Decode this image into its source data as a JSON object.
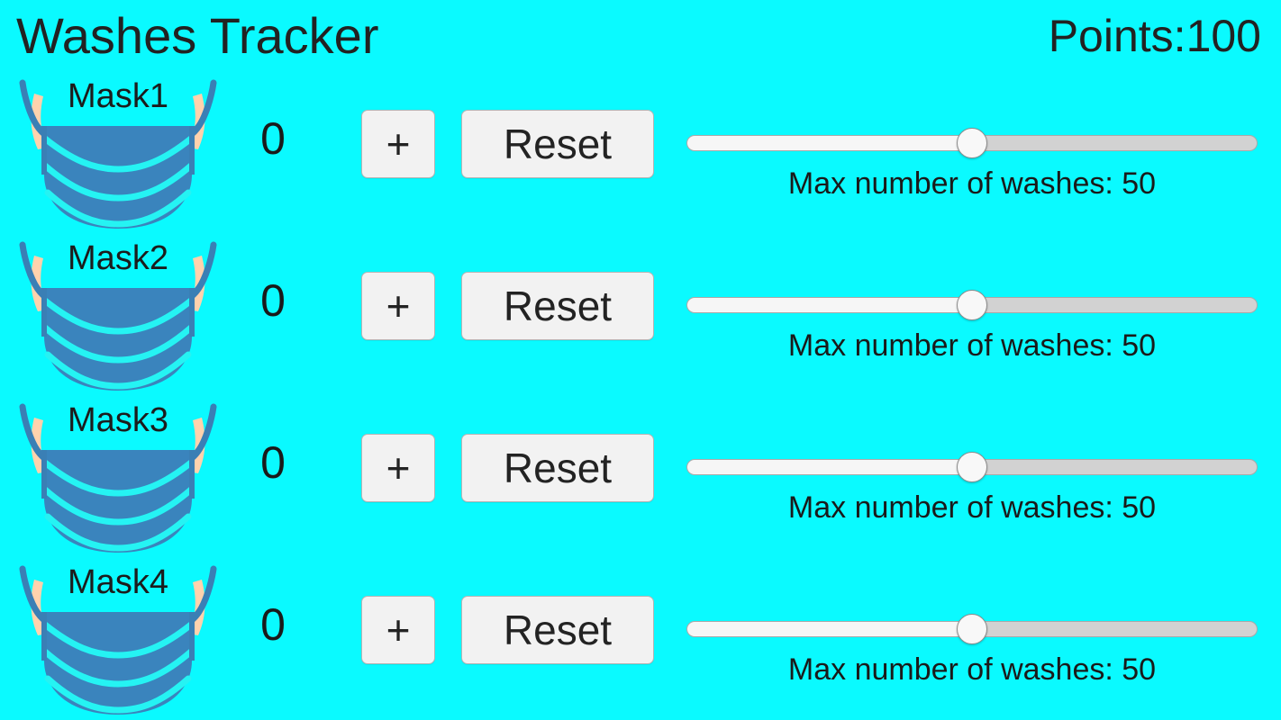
{
  "app": {
    "title": "Washes Tracker",
    "background_color": "#0afaff",
    "text_color": "#1a1a1a"
  },
  "header": {
    "title": "Washes Tracker",
    "points_label": "Points:",
    "points_value": "100"
  },
  "slider_caption_prefix": "Max number of washes: ",
  "mask_colors": {
    "body": "#3a84bd",
    "outline": "#3a7fb5",
    "pleat": "#25f3f3",
    "ear_loop": "#ffd2ad"
  },
  "rows": [
    {
      "name": "Mask1",
      "count": "0",
      "plus_label": "+",
      "reset_label": "Reset",
      "slider_value": 50,
      "slider_min": 0,
      "slider_max": 100,
      "slider_percent": 50,
      "max_washes_text": "Max number of washes: 50"
    },
    {
      "name": "Mask2",
      "count": "0",
      "plus_label": "+",
      "reset_label": "Reset",
      "slider_value": 50,
      "slider_min": 0,
      "slider_max": 100,
      "slider_percent": 50,
      "max_washes_text": "Max number of washes: 50"
    },
    {
      "name": "Mask3",
      "count": "0",
      "plus_label": "+",
      "reset_label": "Reset",
      "slider_value": 50,
      "slider_min": 0,
      "slider_max": 100,
      "slider_percent": 50,
      "max_washes_text": "Max number of washes: 50"
    },
    {
      "name": "Mask4",
      "count": "0",
      "plus_label": "+",
      "reset_label": "Reset",
      "slider_value": 50,
      "slider_min": 0,
      "slider_max": 100,
      "slider_percent": 50,
      "max_washes_text": "Max number of washes: 50"
    }
  ]
}
